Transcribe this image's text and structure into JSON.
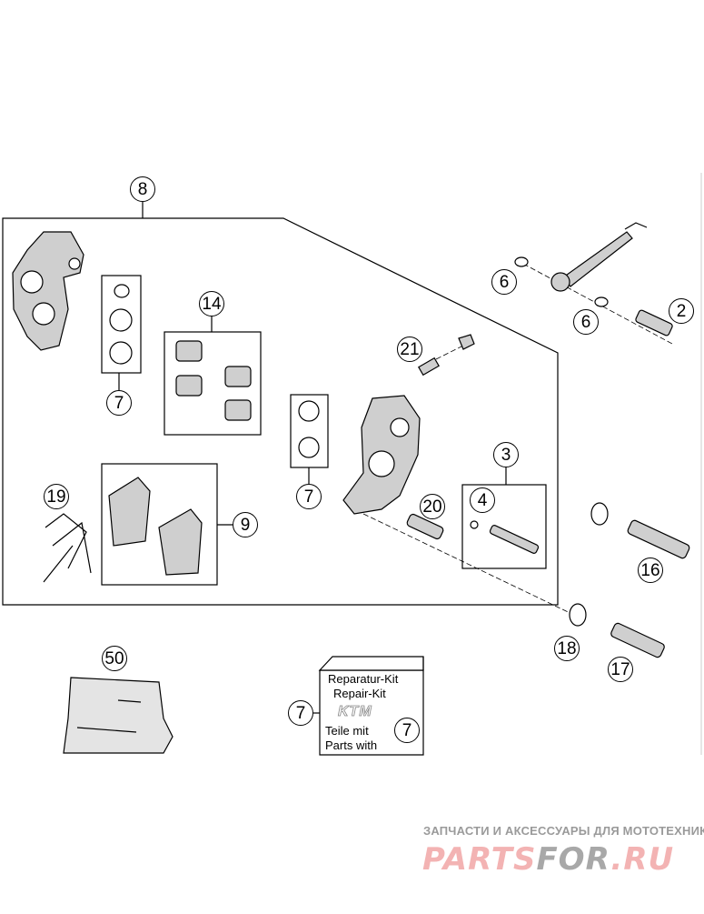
{
  "callouts": {
    "c8": "8",
    "c14": "14",
    "c7a": "7",
    "c7b": "7",
    "c21": "21",
    "c6a": "6",
    "c6b": "6",
    "c2": "2",
    "c3": "3",
    "c4": "4",
    "c20": "20",
    "c19": "19",
    "c9": "9",
    "c16": "16",
    "c18": "18",
    "c17": "17",
    "c50": "50",
    "c7c": "7",
    "c7d": "7"
  },
  "repair_kit": {
    "line1": "Reparatur-Kit",
    "line2": "Repair-Kit",
    "logo": "KTM",
    "line3": "Teile mit",
    "line4": "Parts with"
  },
  "watermark": {
    "tagline": "ЗАПЧАСТИ И АКСЕССУАРЫ ДЛЯ МОТОТЕХНИКИ",
    "brand_part1": "PARTS",
    "brand_part2": "FOR",
    "brand_part3": ".RU"
  }
}
